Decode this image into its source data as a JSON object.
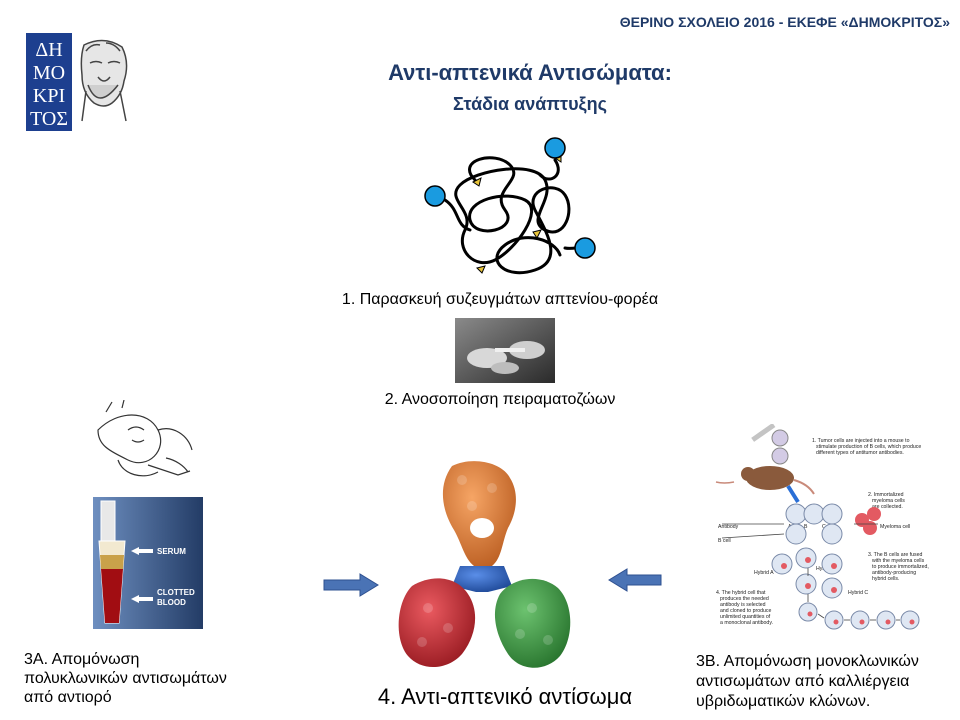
{
  "header": {
    "school": "ΘΕΡΙΝΟ ΣΧΟΛΕΙΟ 2016 - ΕΚΕΦΕ «ΔΗΜΟΚΡΙΤΟΣ»",
    "logo_text": "ΔΗΜΟΚΡΙΤΟΣ"
  },
  "title": "Αντι-απτενικά Αντισώματα:",
  "subtitle": "Στάδια ανάπτυξης",
  "steps": {
    "step1": "1. Παρασκευή συζευγμάτων απτενίου-φορέα",
    "step2": "2. Ανοσοποίηση πειραματοζώων",
    "step3a_lines": [
      "3Α. Απομόνωση",
      "πολυκλωνικών αντισωμάτων",
      "από αντιορό"
    ],
    "step3b_lines": [
      "3Β. Απομόνωση μονοκλωνικών",
      "αντισωμάτων από καλλιέργεια",
      "υβριδωματικών κλώνων."
    ],
    "step4": "4. Αντι-απτενικό αντίσωμα"
  },
  "tube_labels": {
    "serum": "SERUM",
    "clotted_1": "CLOTTED",
    "clotted_2": "BLOOD"
  },
  "hybridoma": {
    "n1": "1. Tumor cells are injected into a mouse to",
    "n1b": "stimulate production of B cells, which produce",
    "n1c": "different types of antitumor antibodies.",
    "n2": "2. Immortalized",
    "n2b": "myeloma cells",
    "n2c": "are collected.",
    "antibody": "Antibody",
    "bcell": "B cell",
    "myeloma": "Myeloma cell",
    "n3": "3. The B cells are fused",
    "n3b": "with the myeloma cells",
    "n3c": "to produce immortalized,",
    "n3d": "antibody-producing",
    "n3e": "hybrid cells.",
    "hybridA": "Hybrid A",
    "hybridB": "Hybrid B",
    "hybridC": "Hybrid C",
    "n4": "4. The hybrid cell that",
    "n4b": "produces the needed",
    "n4c": "antibody is selected",
    "n4d": "and cloned to produce",
    "n4e": "unlimited quantities of",
    "n4f": "a monoclonal antibody.",
    "A": "A",
    "B": "B",
    "C": "C"
  },
  "colors": {
    "title": "#1f3a68",
    "logo_bg": "#1d3f8f",
    "hapten": "#1a9be0",
    "arrow": "#4a73b5",
    "blood": "#a10d12",
    "serum": "#c9a14a",
    "antibody_top": "#e07a2e",
    "antibody_left": "#c8232c",
    "antibody_right": "#3b9a3f",
    "antibody_hinge": "#2a5fbf"
  }
}
